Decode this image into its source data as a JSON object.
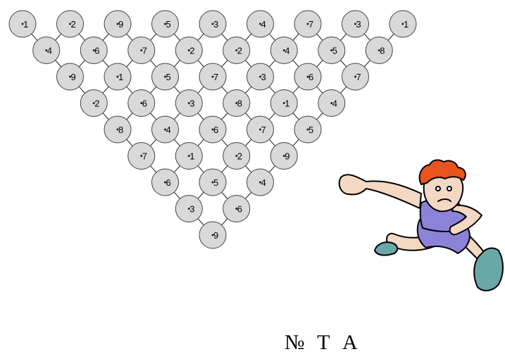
{
  "triangle": {
    "rows": [
      [
        "1",
        "2",
        "9",
        "5",
        "3",
        "4",
        "7",
        "3",
        "1"
      ],
      [
        "4",
        "6",
        "7",
        "2",
        "2",
        "4",
        "5",
        "8"
      ],
      [
        "9",
        "1",
        "5",
        "7",
        "3",
        "6",
        "7"
      ],
      [
        "2",
        "6",
        "3",
        "8",
        "1",
        "4"
      ],
      [
        "8",
        "4",
        "6",
        "7",
        "5"
      ],
      [
        "7",
        "1",
        "2",
        "9"
      ],
      [
        "6",
        "5",
        "4"
      ],
      [
        "3",
        "6"
      ],
      [
        "9"
      ]
    ],
    "node_fill": "#d9d9d9",
    "node_stroke": "#444444",
    "line_color": "#222222"
  },
  "caption": {
    "text": "№  Т  А"
  },
  "illustration": {
    "icon": "running-boy-cartoon",
    "hair_color": "#e8541e",
    "shirt_color": "#8c83d8",
    "shoe_color": "#6aa8a8",
    "skin_color": "#f3d8c3"
  }
}
